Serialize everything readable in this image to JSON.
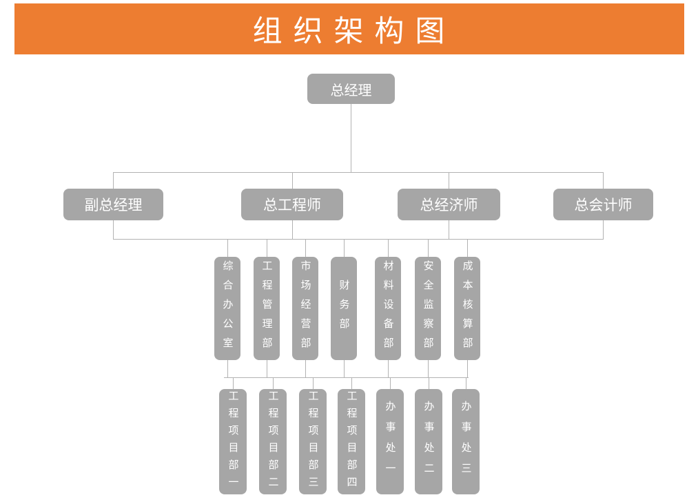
{
  "page": {
    "title": "组 织 架 构 图"
  },
  "colors": {
    "banner_orange": "#ED7D31",
    "box_gray": "#A6A6A6",
    "connector_gray": "#B2B2B2",
    "text_white": "#FFFFFF"
  },
  "org": {
    "level1": [
      {
        "label": "总经理"
      }
    ],
    "level2": [
      {
        "label": "副总经理"
      },
      {
        "label": "总工程师"
      },
      {
        "label": "总经济师"
      },
      {
        "label": "总会计师"
      }
    ],
    "level3": [
      {
        "label": "综合办公室"
      },
      {
        "label": "工程管理部"
      },
      {
        "label": "市场经营部"
      },
      {
        "label": "财务部"
      },
      {
        "label": "材料设备部"
      },
      {
        "label": "安全监察部"
      },
      {
        "label": "成本核算部"
      }
    ],
    "level4": [
      {
        "label": "工程项目部一"
      },
      {
        "label": "工程项目部二"
      },
      {
        "label": "工程项目部三"
      },
      {
        "label": "工程项目部四"
      },
      {
        "label": "办事处一"
      },
      {
        "label": "办事处二"
      },
      {
        "label": "办事处三"
      }
    ]
  }
}
